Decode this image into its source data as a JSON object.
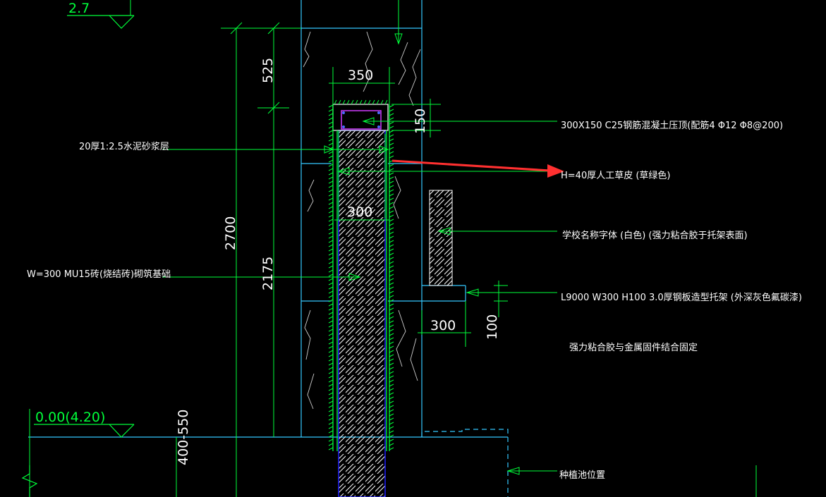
{
  "colors": {
    "background": "#000000",
    "green": "#00ff3a",
    "cyan": "#34c8ff",
    "white": "#ffffff",
    "blue": "#2020ff",
    "magenta": "#d03cff",
    "red_arrow": "#ff3030",
    "ground_green": "#00ff3a"
  },
  "elevations": {
    "top": "2.7",
    "ground": "0.00(4.20)"
  },
  "dimensions": {
    "d525": "525",
    "d350": "350",
    "d150": "150",
    "d2700": "2700",
    "d2175": "2175",
    "d300_wall": "300",
    "d300_bracket": "300",
    "d100": "100",
    "d400_550": "400-550"
  },
  "notes": {
    "coping": "300X150 C25钢筋混凝土压顶(配筋4 Φ12  Φ8@200)",
    "mortar": "20厚1:2.5水泥砂浆层",
    "turf": "H=40厚人工草皮 (草绿色)",
    "lettering": "学校名称字体 (白色) (强力粘合胶于托架表面)",
    "foundation": "W=300 MU15砖(烧结砖)砌筑基础",
    "bracket": "L9000  W300  H100  3.0厚钢板造型托架 (外深灰色氟碳漆)",
    "fixing": "强力粘合胶与金属固件结合固定",
    "planter": "种植池位置"
  }
}
